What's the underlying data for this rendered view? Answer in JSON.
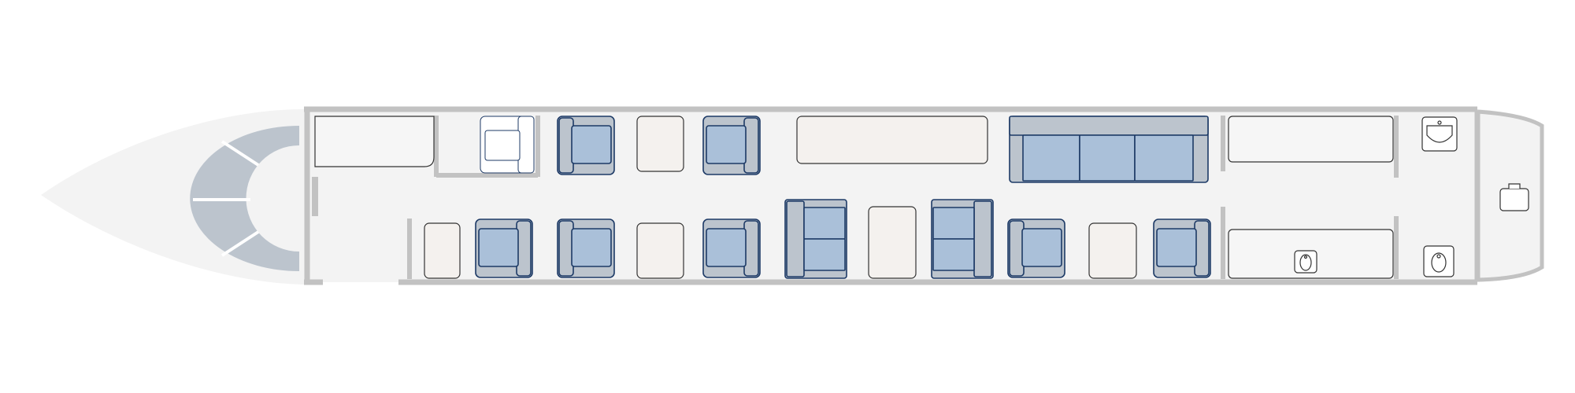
{
  "diagram": {
    "type": "aircraft-cabin-seat-map",
    "colors": {
      "background": "#ffffff",
      "fuselage_fill": "#f3f3f3",
      "fuselage_wall": "#c2c2c2",
      "cockpit_panel": "#bcc4cd",
      "seat_cushion": "#aac0d9",
      "seat_frame": "#bcc4cd",
      "seat_outline": "#1d3a66",
      "table_fill": "#f4f1ee",
      "galley_fill": "#f6f6f6",
      "fixture_outline": "#333333"
    },
    "counts": {
      "club_seats": 10,
      "divan": 1,
      "side_seats": 2,
      "crew_seat": 1,
      "tables": 6,
      "credenzas": 3,
      "lavatory_fixtures": 3,
      "luggage_compartment": 1
    },
    "icons": {
      "luggage": "luggage-icon",
      "sink": "sink-icon",
      "toilet": "toilet-icon"
    }
  }
}
